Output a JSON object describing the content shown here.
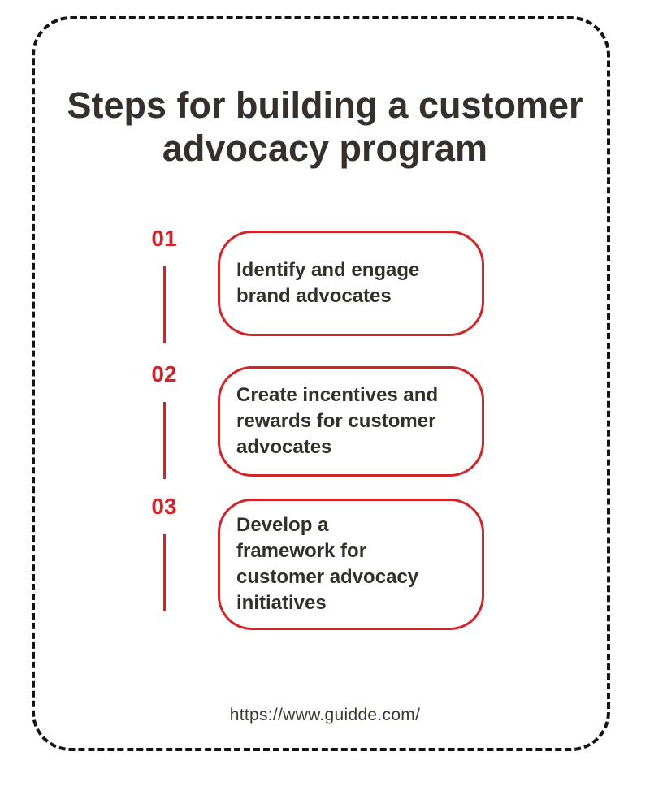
{
  "colors": {
    "accent_red": "#d2232a",
    "text_dark": "#35302b",
    "frame_black": "#141414",
    "background": "#ffffff"
  },
  "title": "Steps for building a customer\nadvocacy program",
  "steps": [
    {
      "number": "01",
      "text": "Identify and engage\nbrand advocates"
    },
    {
      "number": "02",
      "text": "Create incentives and\nrewards for customer\nadvocates"
    },
    {
      "number": "03",
      "text": "Develop a\nframework for\ncustomer advocacy\ninitiatives"
    }
  ],
  "footer": {
    "url": "https://www.guidde.com/"
  }
}
